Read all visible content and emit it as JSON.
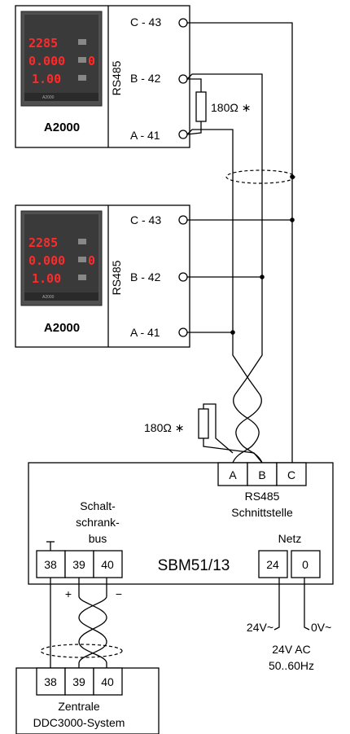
{
  "device1": {
    "name": "A2000",
    "display": [
      "2285",
      "0.000",
      "1.00"
    ],
    "display_suffix": "0",
    "footer_label": "A2000",
    "interface": "RS485",
    "terminals": [
      "C - 43",
      "B - 42",
      "A - 41"
    ],
    "resistor": "180Ω ∗"
  },
  "device2": {
    "name": "A2000",
    "display": [
      "2285",
      "0.000",
      "1.00"
    ],
    "display_suffix": "0",
    "footer_label": "A2000",
    "interface": "RS485",
    "terminals": [
      "C - 43",
      "B - 42",
      "A - 41"
    ]
  },
  "bus_resistor": "180Ω ∗",
  "sbm": {
    "name": "SBM51/13",
    "rs485_terminals": [
      "A",
      "B",
      "C"
    ],
    "rs485_label_1": "RS485",
    "rs485_label_2": "Schnittstelle",
    "schalt_label": [
      "Schalt-",
      "schrank-",
      "bus"
    ],
    "bus_terminals": [
      "38",
      "39",
      "40"
    ],
    "netz_label": "Netz",
    "netz_terminals": [
      "24",
      "0"
    ],
    "plus": "+",
    "minus": "−"
  },
  "power": {
    "left": "24V~",
    "right": "0V~",
    "supply_1": "24V AC",
    "supply_2": "50..60Hz"
  },
  "central": {
    "terminals": [
      "38",
      "39",
      "40"
    ],
    "label_1": "Zentrale",
    "label_2": "DDC3000-System"
  }
}
